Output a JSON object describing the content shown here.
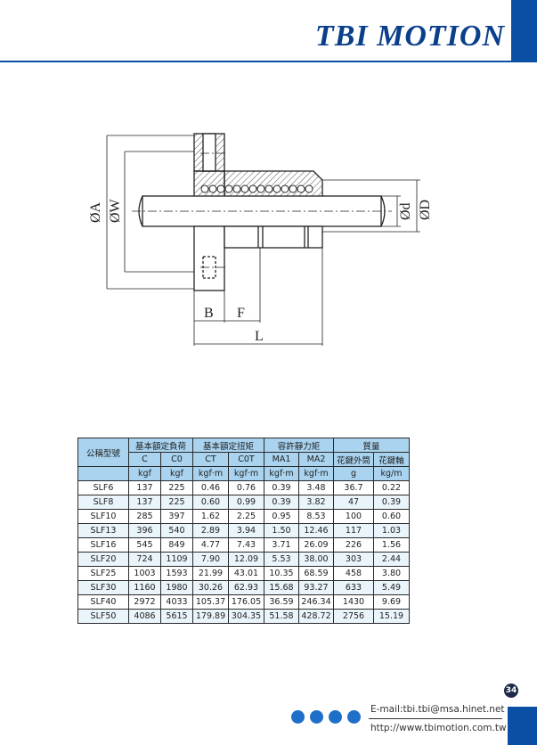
{
  "header": {
    "brand": "TBI MOTION",
    "brand_color": "#0a4fa3"
  },
  "drawing": {
    "labels": {
      "phi_a": "ØA",
      "phi_w": "ØW",
      "phi_d": "Ød",
      "phi_D": "ØD",
      "b": "B",
      "f": "F",
      "l": "L"
    }
  },
  "table": {
    "header_row1": {
      "model": "公稱型號",
      "basic_load": "基本額定負荷",
      "basic_torque": "基本額定扭矩",
      "static_moment": "容許靜力矩",
      "mass": "質量"
    },
    "header_row2": [
      "C",
      "C0",
      "CT",
      "C0T",
      "MA1",
      "MA2",
      "花鍵外筒",
      "花鍵軸"
    ],
    "units": [
      "kgf",
      "kgf",
      "kgf·m",
      "kgf·m",
      "kgf·m",
      "kgf·m",
      "g",
      "kg/m"
    ],
    "rows": [
      [
        "SLF6",
        "137",
        "225",
        "0.46",
        "0.76",
        "0.39",
        "3.48",
        "36.7",
        "0.22"
      ],
      [
        "SLF8",
        "137",
        "225",
        "0.60",
        "0.99",
        "0.39",
        "3.82",
        "47",
        "0.39"
      ],
      [
        "SLF10",
        "285",
        "397",
        "1.62",
        "2.25",
        "0.95",
        "8.53",
        "100",
        "0.60"
      ],
      [
        "SLF13",
        "396",
        "540",
        "2.89",
        "3.94",
        "1.50",
        "12.46",
        "117",
        "1.03"
      ],
      [
        "SLF16",
        "545",
        "849",
        "4.77",
        "7.43",
        "3.71",
        "26.09",
        "226",
        "1.56"
      ],
      [
        "SLF20",
        "724",
        "1109",
        "7.90",
        "12.09",
        "5.53",
        "38.00",
        "303",
        "2.44"
      ],
      [
        "SLF25",
        "1003",
        "1593",
        "21.99",
        "43.01",
        "10.35",
        "68.59",
        "458",
        "3.80"
      ],
      [
        "SLF30",
        "1160",
        "1980",
        "30.26",
        "62.93",
        "15.68",
        "93.27",
        "633",
        "5.49"
      ],
      [
        "SLF40",
        "2972",
        "4033",
        "105.37",
        "176.05",
        "36.59",
        "246.34",
        "1430",
        "9.69"
      ],
      [
        "SLF50",
        "4086",
        "5615",
        "179.89",
        "304.35",
        "51.58",
        "428.72",
        "2756",
        "15.19"
      ]
    ]
  },
  "footer": {
    "page_number": "34",
    "email": "E-mail:tbi.tbi@msa.hinet.net",
    "url": "http://www.tbimotion.com.tw"
  }
}
